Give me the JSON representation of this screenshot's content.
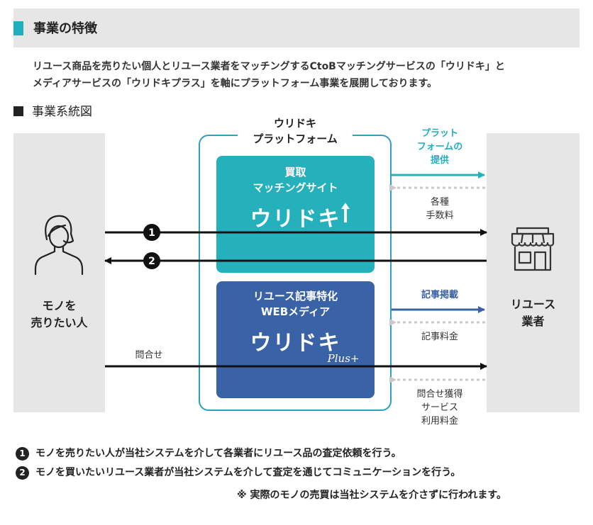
{
  "header": {
    "title": "事業の特徴"
  },
  "intro": {
    "line1": "リユース商品を売りたい個人とリユース業者をマッチングするCtoBマッチングサービスの「ウリドキ」と",
    "line2": "メディアサービスの「ウリドキプラス」を軸にプラットフォーム事業を展開しております。"
  },
  "diagram_title": "事業系統図",
  "left_actor": {
    "line1": "モノを",
    "line2": "売りたい人",
    "icon": "person-icon"
  },
  "right_actor": {
    "line1": "リユース",
    "line2": "業者",
    "icon": "shop-icon"
  },
  "platform": {
    "line1": "ウリドキ",
    "line2": "プラットフォーム"
  },
  "card_buy": {
    "line1": "買取",
    "line2": "マッチングサイト",
    "logo": "ウリドキ"
  },
  "card_media": {
    "line1": "リユース記事特化",
    "line2": "WEBメディア",
    "logo": "ウリドキ",
    "logo_sub": "Plus+"
  },
  "flows": {
    "provide": {
      "line1": "プラット",
      "line2": "フォームの",
      "line3": "提供"
    },
    "fees": {
      "line1": "各種",
      "line2": "手数料"
    },
    "article_post": "記事掲載",
    "article_fee": "記事料金",
    "inquiry_fee": {
      "line1": "問合せ獲得",
      "line2": "サービス",
      "line3": "利用料金"
    },
    "step1_badge": "1",
    "step2_badge": "2",
    "inquiry": "問合せ"
  },
  "notes": [
    {
      "num": "1",
      "text": "モノを売りたい人が当社システムを介して各業者にリユース品の査定依頼を行う。"
    },
    {
      "num": "2",
      "text": "モノを買いたいリユース業者が当社システムを介して査定を通じてコミュニケーションを行う。"
    }
  ],
  "footnote": "※ 実際のモノの売買は当社システムを介さずに行われます。",
  "colors": {
    "teal": "#25b1bc",
    "blue": "#3a62a7",
    "panel_gray": "#e6e6e6",
    "arrow_black": "#111111",
    "arrow_dotted": "#c8c8c8"
  }
}
